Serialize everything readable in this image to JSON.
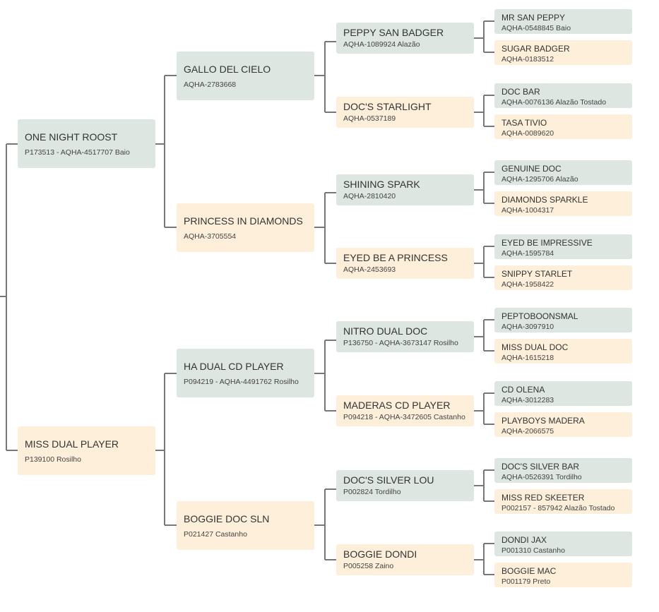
{
  "colors": {
    "sire": "#dde6e1",
    "dam": "#fdefd9",
    "line": "#777777"
  },
  "generation1": {
    "sire": {
      "name": "ONE NIGHT ROOST",
      "info": "P173513 - AQHA-4517707 Baio"
    },
    "dam": {
      "name": "MISS DUAL PLAYER",
      "info": "P139100 Rosilho"
    }
  },
  "generation2": [
    {
      "name": "GALLO DEL CIELO",
      "info": "AQHA-2783668"
    },
    {
      "name": "PRINCESS IN DIAMONDS",
      "info": "AQHA-3705554"
    },
    {
      "name": "HA DUAL CD PLAYER",
      "info": "P094219 - AQHA-4491762 Rosilho"
    },
    {
      "name": "BOGGIE DOC SLN",
      "info": "P021427 Castanho"
    }
  ],
  "generation3": [
    {
      "name": "PEPPY SAN BADGER",
      "info": "AQHA-1089924 Alazão"
    },
    {
      "name": "DOC'S STARLIGHT",
      "info": "AQHA-0537189"
    },
    {
      "name": "SHINING SPARK",
      "info": "AQHA-2810420"
    },
    {
      "name": "EYED BE A PRINCESS",
      "info": "AQHA-2453693"
    },
    {
      "name": "NITRO DUAL DOC",
      "info": "P136750 - AQHA-3673147 Rosilho"
    },
    {
      "name": "MADERAS CD PLAYER",
      "info": "P094218 - AQHA-3472605 Castanho"
    },
    {
      "name": "DOC'S SILVER LOU",
      "info": "P002824 Tordilho"
    },
    {
      "name": "BOGGIE DONDI",
      "info": "P005258 Zaino"
    }
  ],
  "generation4": [
    {
      "name": "MR SAN PEPPY",
      "info": "AQHA-0548845 Baio"
    },
    {
      "name": "SUGAR BADGER",
      "info": "AQHA-0183512"
    },
    {
      "name": "DOC BAR",
      "info": "AQHA-0076136 Alazão Tostado"
    },
    {
      "name": "TASA TIVIO",
      "info": "AQHA-0089620"
    },
    {
      "name": "GENUINE DOC",
      "info": "AQHA-1295706 Alazão"
    },
    {
      "name": "DIAMONDS SPARKLE",
      "info": "AQHA-1004317"
    },
    {
      "name": "EYED BE IMPRESSIVE",
      "info": "AQHA-1595784"
    },
    {
      "name": "SNIPPY STARLET",
      "info": "AQHA-1958422"
    },
    {
      "name": "PEPTOBOONSMAL",
      "info": "AQHA-3097910"
    },
    {
      "name": "MISS DUAL DOC",
      "info": "AQHA-1615218"
    },
    {
      "name": "CD OLENA",
      "info": "AQHA-3012283"
    },
    {
      "name": "PLAYBOYS MADERA",
      "info": "AQHA-2066575"
    },
    {
      "name": "DOC'S SILVER BAR",
      "info": "AQHA-0526391 Tordilho"
    },
    {
      "name": "MISS RED SKEETER",
      "info": "P002157 - 857942 Alazão Tostado"
    },
    {
      "name": "DONDI JAX",
      "info": "P001310 Castanho"
    },
    {
      "name": "BOGGIE MAC",
      "info": "P001179 Preto"
    }
  ]
}
